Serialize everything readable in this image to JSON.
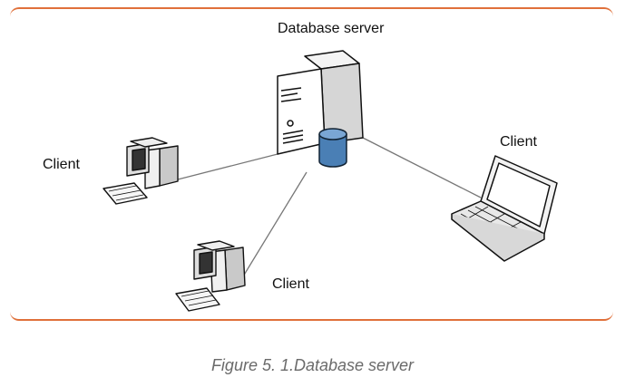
{
  "diagram": {
    "server_label": "Database server",
    "client_left_label": "Client",
    "client_right_label": "Client",
    "client_bottom_label": "Client"
  },
  "caption": "Figure 5. 1.Database server",
  "colors": {
    "frame": "#e0703a",
    "database": "#4a7fb5",
    "line": "#777777"
  }
}
